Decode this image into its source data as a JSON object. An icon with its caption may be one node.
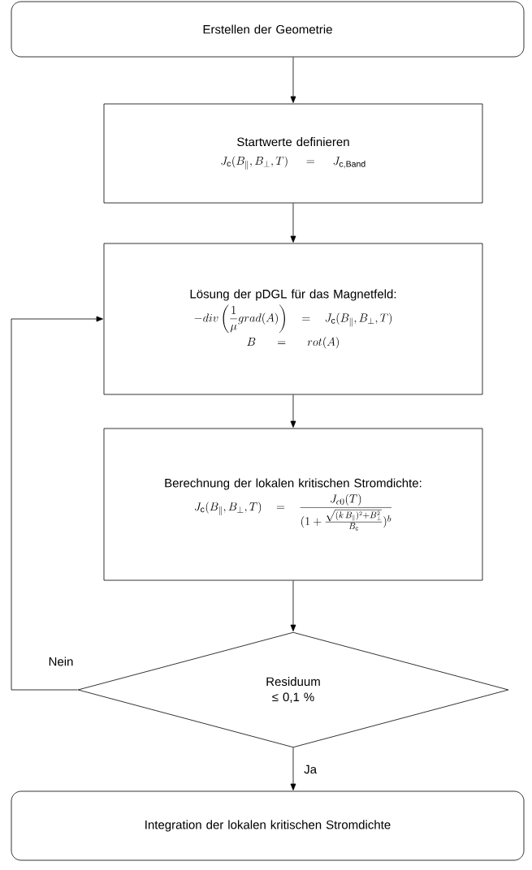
{
  "diagram": {
    "nodes": [
      {
        "text": [
          "Erstellen der Geometrie"
        ]
      },
      {
        "text": [
          "Startwerte definieren",
          "J_{\\mathrm{c}}(B_{\\parallel},B_{\\perp},T)=J_{\\mathrm{c,Band}}"
        ]
      },
      {
        "text": [
          "Lösung der pDGL für das Magnetfeld:",
          "-div\\left(\\frac{1}{\\mu}grad(A)\\right)=J_{\\mathrm{c}}(B_{\\parallel},B_{\\perp},T)",
          "B=rot(A)"
        ]
      },
      {
        "text": [
          "Berechnung der lokalen kritischen Stromdichte:",
          "J_{\\mathrm{c}}(B_{\\parallel},B_{\\perp},T)=\\frac{J_{c0}(T)}{(1+\\frac{\\sqrt{(k\\,B_{\\parallel})^2+B_{\\perp}^2}}{B_{\\mathrm{c}}})^b}"
        ]
      },
      {
        "text": [
          "Residuum ≤ 0,1 %"
        ]
      },
      {
        "text": [
          "Integration der lokalen kritischen Stromdichte"
        ]
      }
    ],
    "edges": [
      {
        "from": 0,
        "to": 1,
        "arrow": "to"
      },
      {
        "from": 1,
        "to": 2,
        "arrow": "to"
      },
      {
        "from": 2,
        "to": 3,
        "arrow": "to"
      },
      {
        "from": 3,
        "to": 4,
        "arrow": "to"
      },
      {
        "from": 4,
        "to": 5,
        "arrow": "to",
        "label": "Ja"
      },
      {
        "from": 4,
        "to": 2,
        "arrow": "to",
        "label": "Nein"
      }
    ]
  }
}
